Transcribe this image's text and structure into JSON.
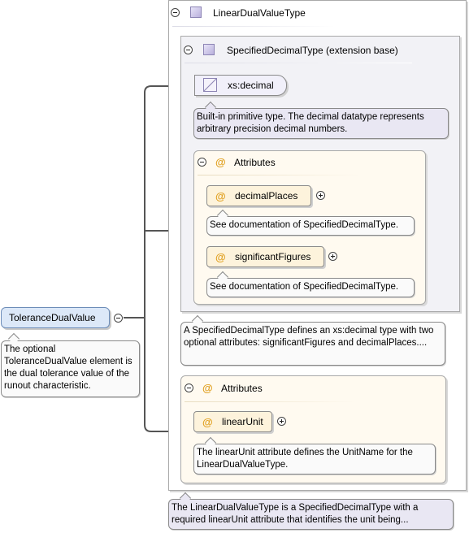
{
  "root_element": {
    "name": "ToleranceDualValue",
    "doc": "The optional ToleranceDualValue element is the dual tolerance value of the runout characteristic."
  },
  "type_panel": {
    "title": "LinearDualValueType",
    "doc": "The LinearDualValueType is a SpecifiedDecimalType with a required linearUnit attribute that identifies the unit being..."
  },
  "base_panel": {
    "title": "SpecifiedDecimalType (extension base)",
    "doc": "A SpecifiedDecimalType defines an xs:decimal type with two optional attributes: significantFigures and decimalPlaces....",
    "simple_type": {
      "name": "xs:decimal",
      "doc": "Built-in primitive type. The decimal datatype represents arbitrary precision decimal numbers."
    },
    "attributes": {
      "title": "Attributes",
      "items": [
        {
          "name": "decimalPlaces",
          "doc": "See documentation of SpecifiedDecimalType."
        },
        {
          "name": "significantFigures",
          "doc": "See documentation of SpecifiedDecimalType."
        }
      ]
    }
  },
  "own_attributes": {
    "title": "Attributes",
    "items": [
      {
        "name": "linearUnit",
        "doc": "The linearUnit attribute defines the UnitName for the LinearDualValueType."
      }
    ]
  },
  "icons": {
    "collapse": "collapse-minus-icon",
    "expand": "expand-plus-icon",
    "complex_type": "complex-type-icon",
    "simple_type": "simple-type-icon",
    "attribute": "attribute-at-icon"
  }
}
